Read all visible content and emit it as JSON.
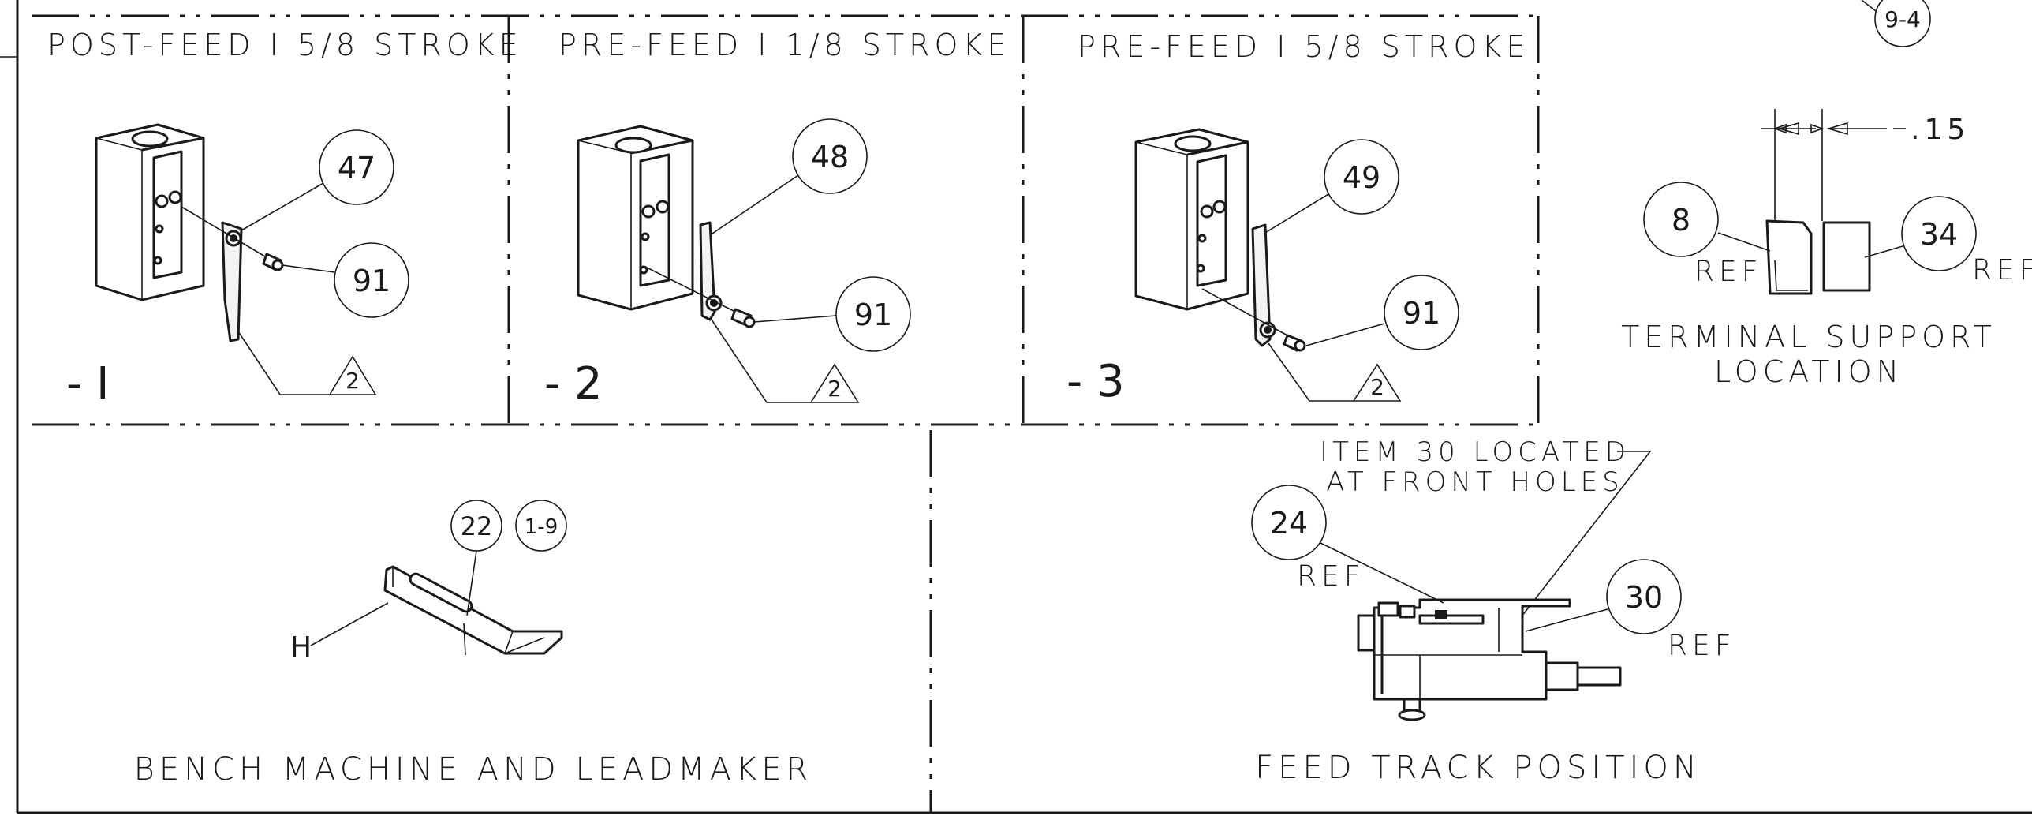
{
  "views": {
    "post_feed": {
      "title": "POST-FEED I 5/8 STROKE",
      "dash_label": "- I",
      "part_balloon": "47",
      "screw_balloon": "91",
      "note_flag": "2"
    },
    "pre_feed_1_8": {
      "title": "PRE-FEED I 1/8 STROKE",
      "dash_label": "- 2",
      "part_balloon": "48",
      "screw_balloon": "91",
      "note_flag": "2"
    },
    "pre_feed_5_8": {
      "title": "PRE-FEED I 5/8 STROKE",
      "dash_label": "- 3",
      "part_balloon": "49",
      "screw_balloon": "91",
      "note_flag": "2"
    }
  },
  "zone_ref_top": "9-4",
  "terminal_support": {
    "title_line1": "TERMINAL SUPPORT",
    "title_line2": "LOCATION",
    "dimension": ".15",
    "left_balloon": "8",
    "left_ref": "REF",
    "right_balloon": "34",
    "right_ref": "REF"
  },
  "bench": {
    "title": "BENCH MACHINE AND LEADMAKER",
    "item_balloon": "22",
    "zone_balloon": "1-9",
    "callout_letter": "H"
  },
  "feed_track": {
    "title": "FEED TRACK POSITION",
    "note_line1": "ITEM 30 LOCATED",
    "note_line2": "AT FRONT HOLES",
    "left_balloon": "24",
    "left_ref": "REF",
    "right_balloon": "30",
    "right_ref": "REF"
  }
}
